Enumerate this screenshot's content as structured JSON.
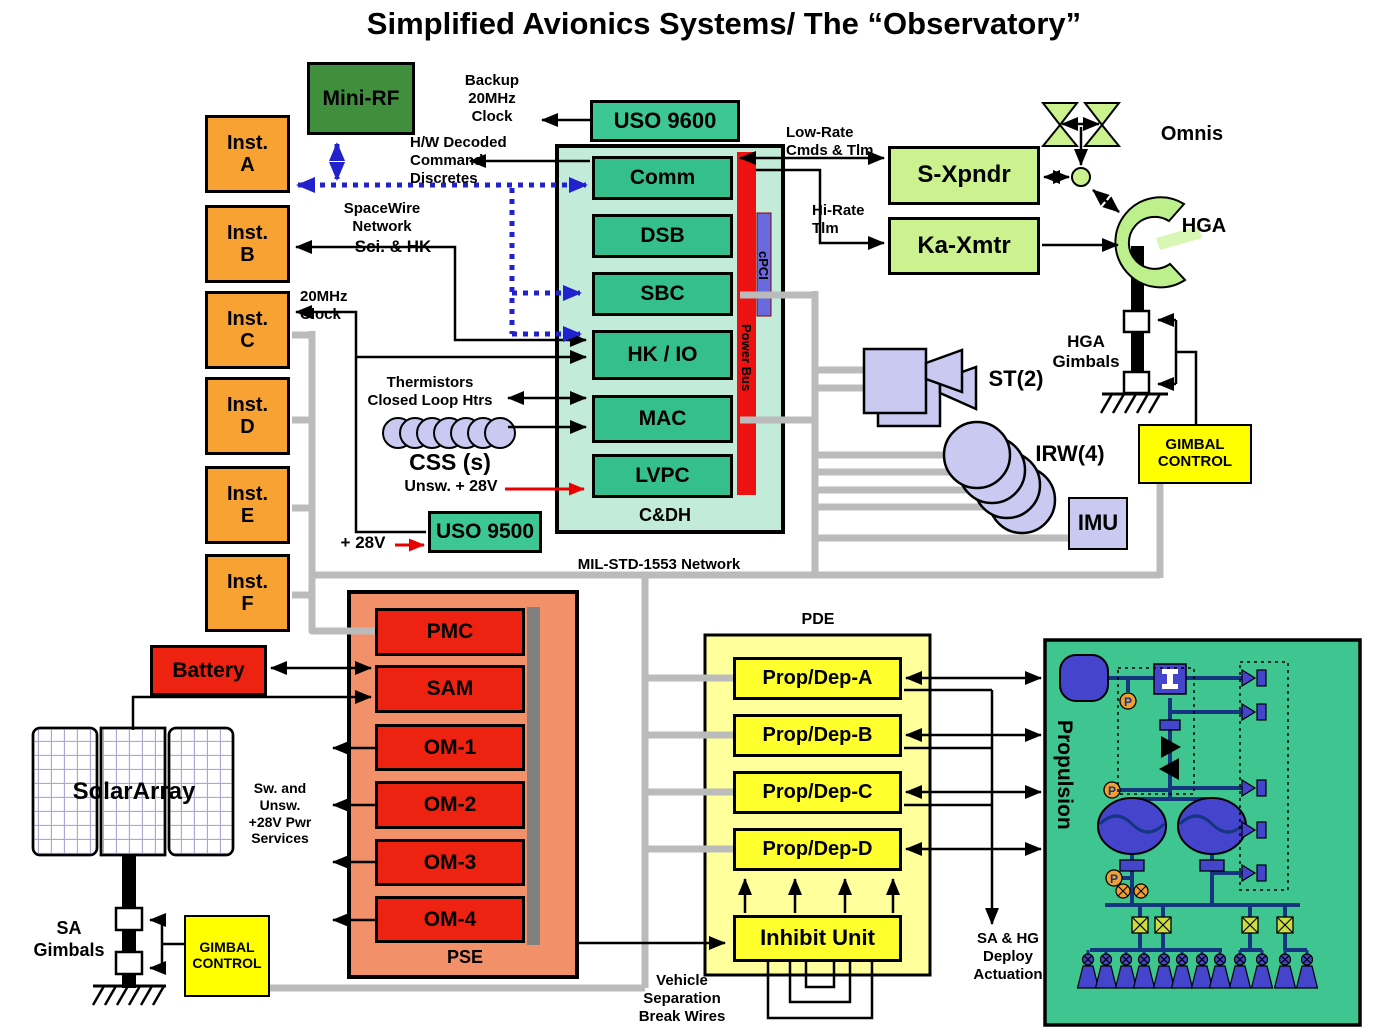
{
  "colors": {
    "orange_box": "#F7A233",
    "mini_rf_green": "#3F8F3F",
    "uso_green": "#3CC794",
    "cdh_background": "#C3EBDA",
    "cdh_card_green": "#35BF8D",
    "power_bus_red": "#EE1111",
    "cpci_blue": "#6A6ADF",
    "rf_light_green": "#CCF18F",
    "sensor_lavender": "#C9C9F2",
    "gimbal_yellow": "#FFFF00",
    "pse_salmon": "#F2906A",
    "pse_card_red": "#EE2211",
    "pde_light_yellow": "#FFFF9C",
    "pde_card_yellow": "#FFFF2E",
    "propulsion_green": "#3FC58F",
    "propulsion_blue": "#4444CC",
    "pipe_navy": "#16357F",
    "bus_gray": "#BBBBBB",
    "spacewire_dotted_blue": "#2222CC",
    "power_arrow_red": "#E80000"
  },
  "t": {
    "title": "Simplified Avionics Systems/ The “Observatory”",
    "mini_rf": "Mini-RF",
    "inst_a": [
      "Inst.",
      "A"
    ],
    "inst_b": [
      "Inst.",
      "B"
    ],
    "inst_c": [
      "Inst.",
      "C"
    ],
    "inst_d": [
      "Inst.",
      "D"
    ],
    "inst_e": [
      "Inst.",
      "E"
    ],
    "inst_f": [
      "Inst.",
      "F"
    ],
    "backup_clock": [
      "Backup",
      "20MHz",
      "Clock"
    ],
    "uso9600": "USO 9600",
    "uso9500": "USO 9500",
    "hw_decoded": [
      "H/W Decoded",
      "Command",
      "Discretes"
    ],
    "spacewire": [
      "SpaceWire",
      "Network"
    ],
    "sci_hk": "Sci. & HK",
    "clock20": [
      "20MHz",
      "Clock"
    ],
    "comm": "Comm",
    "dsb": "DSB",
    "sbc": "SBC",
    "hkio": "HK / IO",
    "mac": "MAC",
    "lvpc": "LVPC",
    "cdh": "C&DH",
    "cpci": "cPCI",
    "power_bus": "Power Bus",
    "low_rate": [
      "Low-Rate",
      "Cmds & Tlm"
    ],
    "hi_rate": [
      "Hi-Rate",
      "Tlm"
    ],
    "s_xpndr": "S-Xpndr",
    "ka_xmtr": "Ka-Xmtr",
    "omnis": "Omnis",
    "hga": "HGA",
    "hga_gimbals": [
      "HGA",
      "Gimbals"
    ],
    "gimbal_control": [
      "GIMBAL",
      "CONTROL"
    ],
    "st2": "ST(2)",
    "irw4": "IRW(4)",
    "imu": "IMU",
    "thermistors": [
      "Thermistors",
      "Closed Loop Htrs"
    ],
    "css": "CSS (s)",
    "unsw28": "Unsw. + 28V",
    "p28": "+ 28V",
    "mil1553": "MIL-STD-1553 Network",
    "battery": "Battery",
    "pmc": "PMC",
    "sam": "SAM",
    "om1": "OM-1",
    "om2": "OM-2",
    "om3": "OM-3",
    "om4": "OM-4",
    "pse": "PSE",
    "sw_services": [
      "Sw. and",
      "Unsw.",
      "+28V Pwr",
      "Services"
    ],
    "solar": "SolarArray",
    "sa_gimbals": [
      "SA",
      "Gimbals"
    ],
    "pde": "PDE",
    "prop_a": "Prop/Dep-A",
    "prop_b": "Prop/Dep-B",
    "prop_c": "Prop/Dep-C",
    "prop_d": "Prop/Dep-D",
    "inhibit": "Inhibit Unit",
    "sa_hg": [
      "SA & HG",
      "Deploy",
      "Actuation"
    ],
    "veh_sep": [
      "Vehicle",
      "Separation",
      "Break Wires"
    ],
    "propulsion": "Propulsion",
    "p_sensor": "P"
  }
}
